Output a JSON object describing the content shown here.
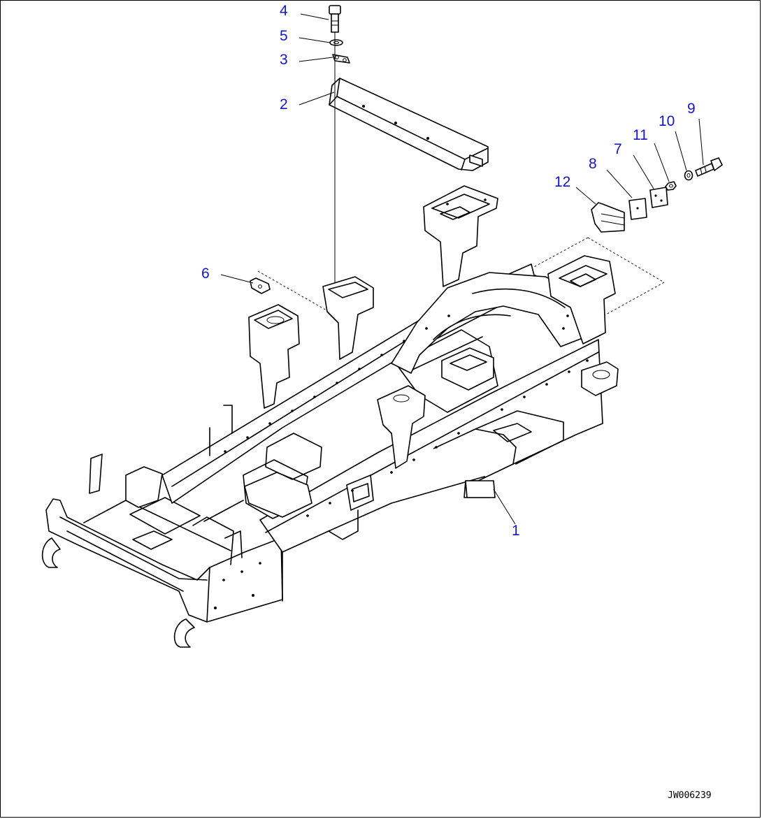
{
  "callouts": {
    "c1": "1",
    "c2": "2",
    "c3": "3",
    "c4": "4",
    "c5": "5",
    "c6": "6",
    "c7": "7",
    "c8": "8",
    "c9": "9",
    "c10": "10",
    "c11": "11",
    "c12": "12"
  },
  "drawing_code": "JW006239",
  "colors": {
    "callout": "#1515c8",
    "line": "#000000",
    "background": "#ffffff"
  }
}
